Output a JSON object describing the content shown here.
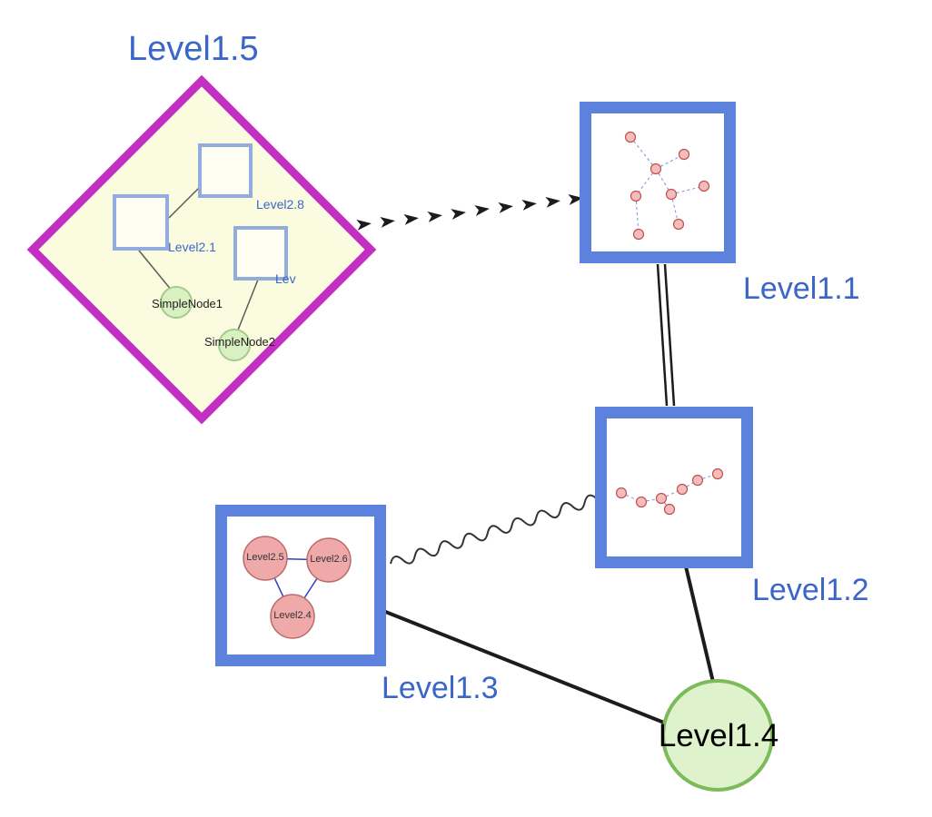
{
  "nodes": {
    "level1_5": {
      "label": "Level1.5",
      "shape": "diamond",
      "children": {
        "level2_8": {
          "label": "Level2.8",
          "shape": "rectangle"
        },
        "level2_1": {
          "label": "Level2.1",
          "shape": "rectangle"
        },
        "lev": {
          "label": "Lev",
          "shape": "rectangle"
        },
        "simple_node1": {
          "label": "SimpleNode1",
          "shape": "circle"
        },
        "simple_node2": {
          "label": "SimpleNode2",
          "shape": "circle"
        }
      }
    },
    "level1_1": {
      "label": "Level1.1",
      "shape": "rectangle"
    },
    "level1_2": {
      "label": "Level1.2",
      "shape": "rectangle"
    },
    "level1_3": {
      "label": "Level1.3",
      "shape": "rectangle",
      "children": {
        "level2_5": {
          "label": "Level2.5",
          "shape": "circle"
        },
        "level2_6": {
          "label": "Level2.6",
          "shape": "circle"
        },
        "level2_4": {
          "label": "Level2.4",
          "shape": "circle"
        }
      }
    },
    "level1_4": {
      "label": "Level1.4",
      "shape": "circle"
    }
  },
  "edges": [
    {
      "from": "Level1.5",
      "to": "Level1.1",
      "style": "thick-dashed-arrowheads"
    },
    {
      "from": "Level1.1",
      "to": "Level1.2",
      "style": "double-parallel-line"
    },
    {
      "from": "Level1.3",
      "to": "Level1.2",
      "style": "wavy-line"
    },
    {
      "from": "Level1.3",
      "to": "Level1.4",
      "style": "solid-line"
    },
    {
      "from": "Level1.2",
      "to": "Level1.4",
      "style": "solid-line"
    },
    {
      "from": "Level2.1",
      "to": "Level2.8",
      "style": "solid-line"
    },
    {
      "from": "Level2.1",
      "to": "SimpleNode1",
      "style": "solid-line"
    },
    {
      "from": "Lev",
      "to": "SimpleNode2",
      "style": "solid-line"
    },
    {
      "from": "Level2.5",
      "to": "Level2.6",
      "style": "solid-line"
    },
    {
      "from": "Level2.5",
      "to": "Level2.4",
      "style": "solid-line"
    },
    {
      "from": "Level2.6",
      "to": "Level2.4",
      "style": "solid-line"
    }
  ],
  "colors": {
    "label_blue": "#3a66c8",
    "box_border_blue": "#5d82dd",
    "inner_square_border_blue": "#93abdd",
    "diamond_border_magenta": "#c32fc3",
    "diamond_fill_yellow": "#fbfcdf",
    "green_node_fill": "#d9f0c3",
    "green_node_border": "#a4cb8c",
    "pink_node_fill": "#efa9a9",
    "pink_node_border": "#bb6b6b",
    "edge_black": "#1c1c1c",
    "mini_edge_blue": "#8090d8"
  }
}
